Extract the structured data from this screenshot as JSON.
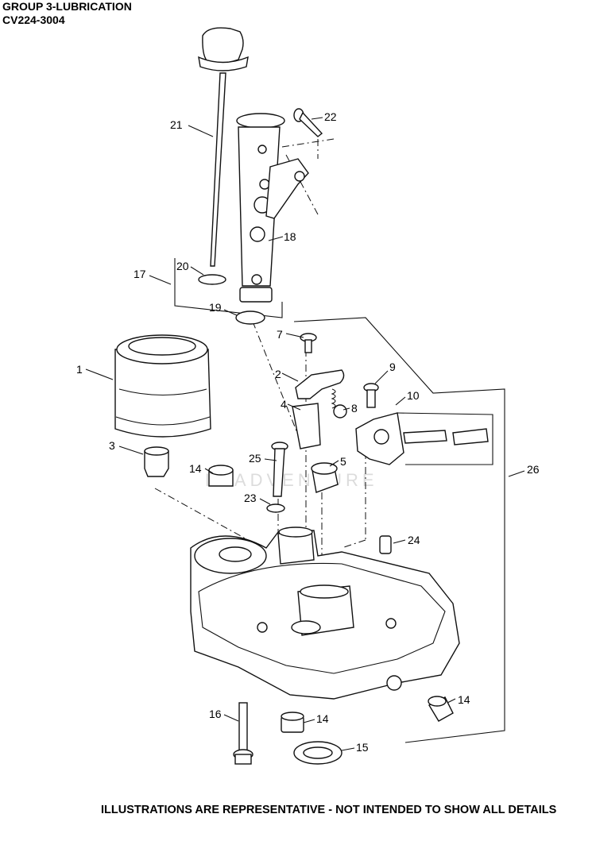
{
  "header": {
    "group_title": "GROUP 3-LUBRICATION",
    "model": "CV224-3004"
  },
  "footer": {
    "disclaimer": "ILLUSTRATIONS ARE REPRESENTATIVE - NOT INTENDED TO SHOW ALL DETAILS"
  },
  "watermark": "LEADVENTURE",
  "callouts": {
    "c1": "1",
    "c2": "2",
    "c3": "3",
    "c4": "4",
    "c5": "5",
    "c7": "7",
    "c8": "8",
    "c9": "9",
    "c10": "10",
    "c14a": "14",
    "c14b": "14",
    "c14c": "14",
    "c15": "15",
    "c16": "16",
    "c17": "17",
    "c18": "18",
    "c19": "19",
    "c20": "20",
    "c21": "21",
    "c22": "22",
    "c23": "23",
    "c24": "24",
    "c25": "25",
    "c26": "26"
  }
}
